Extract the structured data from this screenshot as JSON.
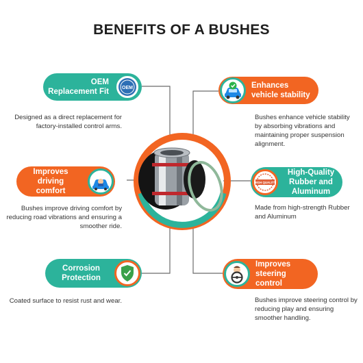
{
  "title": "BENEFITS OF A BUSHES",
  "colors": {
    "teal": "#2cb39b",
    "orange": "#f26522",
    "connector": "#6b6b6b"
  },
  "benefits": [
    {
      "title_line1": "OEM",
      "title_line2": "Replacement Fit",
      "title_line3": "",
      "badge_text": "OEM",
      "icon": "oem-seal-icon",
      "description": "Designed as a direct replacement for factory-installed control arms."
    },
    {
      "title_line1": "Enhances",
      "title_line2": "vehicle stability",
      "title_line3": "",
      "icon": "car-check-icon",
      "description": "Bushes enhance vehicle stability by absorbing vibrations and maintaining proper suspension alignment."
    },
    {
      "title_line1": "Improves",
      "title_line2": "driving",
      "title_line3": "comfort",
      "icon": "comfortable-driver-icon",
      "description": "Bushes improve driving comfort by reducing road vibrations and ensuring a smoother ride."
    },
    {
      "title_line1": "High-Quality",
      "title_line2": "Rubber and",
      "title_line3": "Aluminum",
      "badge_text": "HIGH QUALITY",
      "icon": "quality-stamp-icon",
      "description": "Made from high-strength Rubber and Aluminum"
    },
    {
      "title_line1": "Corrosion",
      "title_line2": "Protection",
      "title_line3": "",
      "icon": "shield-check-icon",
      "description": "Coated surface to resist rust and wear."
    },
    {
      "title_line1": "Improves",
      "title_line2": "steering",
      "title_line3": "control",
      "icon": "steering-driver-icon",
      "description": "Bushes improve steering control by reducing play and ensuring smoother handling."
    }
  ]
}
